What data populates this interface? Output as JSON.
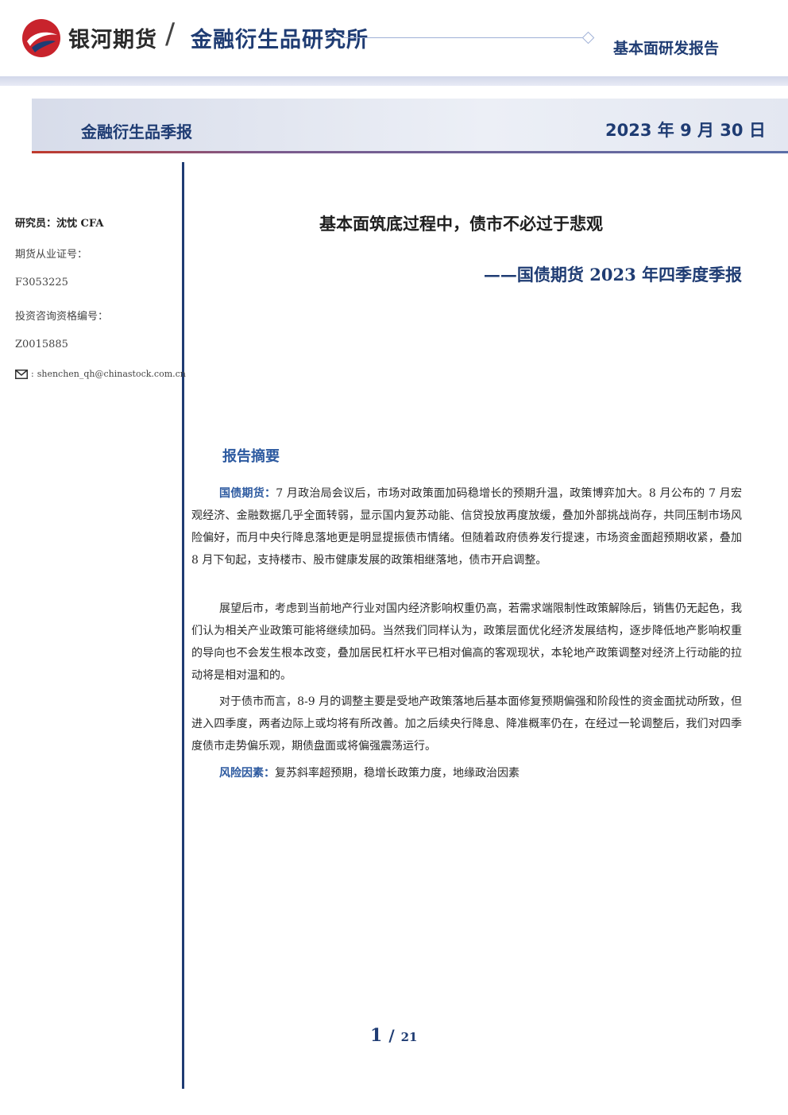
{
  "header": {
    "company": "银河期货",
    "institute": "金融衍生品研究所",
    "report_type": "基本面研发报告"
  },
  "banner": {
    "category": "金融衍生品季报",
    "date": "2023 年 9 月 30 日"
  },
  "sidebar": {
    "researcher": "研究员：沈忱  CFA",
    "license_label": "期货从业证号：",
    "license_no": "F3053225",
    "advisory_label": "投资咨询资格编号：",
    "advisory_no": "Z0015885",
    "email": "shenchen_qh@chinastock.com.cn"
  },
  "report": {
    "title": "基本面筑底过程中，债市不必过于悲观",
    "subtitle": "——国债期货 2023 年四季度季报",
    "summary_heading": "报告摘要",
    "p1_lead": "国债期货：",
    "p1_text": "7 月政治局会议后，市场对政策面加码稳增长的预期升温，政策博弈加大。8 月公布的 7 月宏观经济、金融数据几乎全面转弱，显示国内复苏动能、信贷投放再度放缓，叠加外部挑战尚存，共同压制市场风险偏好，而月中央行降息落地更是明显提振债市情绪。但随着政府债券发行提速，市场资金面超预期收紧，叠加 8 月下旬起，支持楼市、股市健康发展的政策相继落地，债市开启调整。",
    "p2_text": "展望后市，考虑到当前地产行业对国内经济影响权重仍高，若需求端限制性政策解除后，销售仍无起色，我们认为相关产业政策可能将继续加码。当然我们同样认为，政策层面优化经济发展结构，逐步降低地产影响权重的导向也不会发生根本改变，叠加居民杠杆水平已相对偏高的客观现状，本轮地产政策调整对经济上行动能的拉动将是相对温和的。",
    "p3_text": "对于债市而言，8-9 月的调整主要是受地产政策落地后基本面修复预期偏强和阶段性的资金面扰动所致，但进入四季度，两者边际上或均将有所改善。加之后续央行降息、降准概率仍在，在经过一轮调整后，我们对四季度债市走势偏乐观，期债盘面或将偏强震荡运行。",
    "risk_lead": "风险因素：",
    "risk_text": "复苏斜率超预期，稳增长政策力度，地缘政治因素"
  },
  "footer": {
    "page": "1",
    "separator": "/",
    "total": "21"
  },
  "colors": {
    "brand_navy": "#1f3c73",
    "accent_blue": "#2d5aa0",
    "logo_red": "#c8232c"
  }
}
